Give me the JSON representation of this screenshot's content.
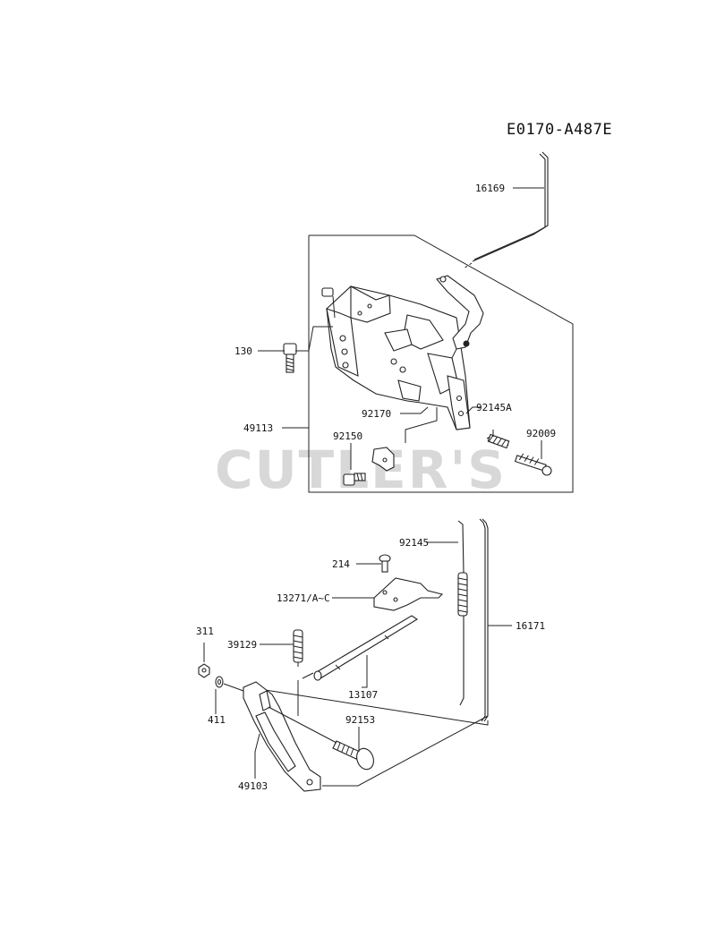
{
  "diagram_code": "E0170-A487E",
  "watermark": "CUTLER'S",
  "part_labels": {
    "p16169": "16169",
    "p130": "130",
    "p49113": "49113",
    "p92170": "92170",
    "p92145A": "92145A",
    "p92150": "92150",
    "p92009": "92009",
    "p92145": "92145",
    "p214": "214",
    "p13271": "13271/A~C",
    "p311": "311",
    "p39129": "39129",
    "p16171": "16171",
    "p13107": "13107",
    "p411": "411",
    "p92153": "92153",
    "p49103": "49103"
  }
}
